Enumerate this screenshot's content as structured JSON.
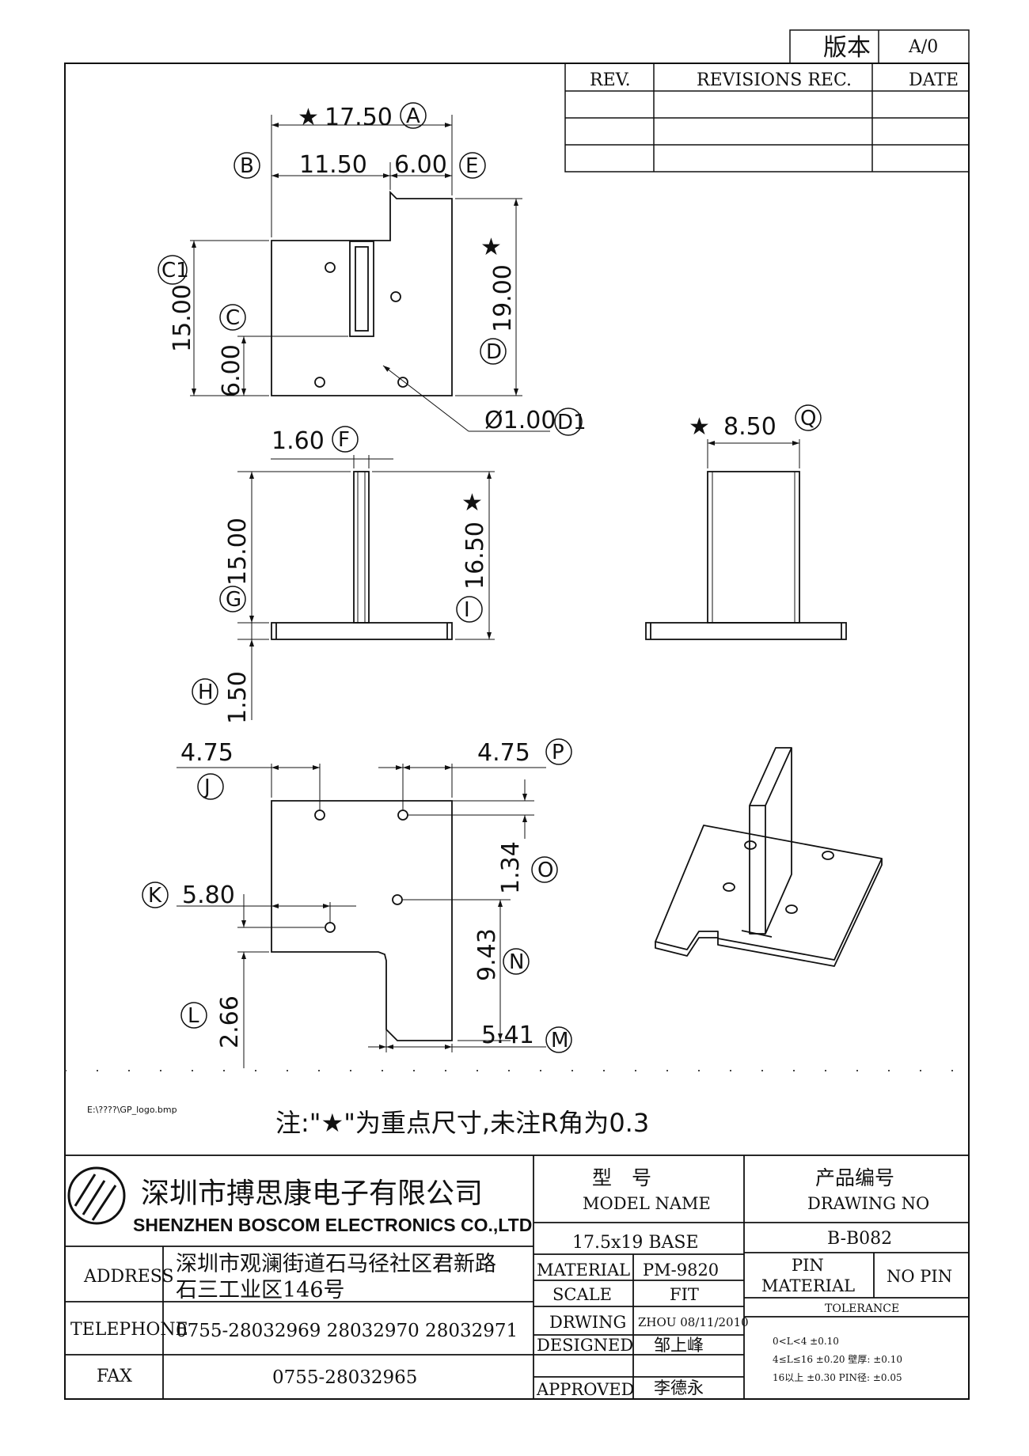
{
  "version_box": {
    "label": "版本",
    "value": "A/0"
  },
  "revisions": {
    "col_rev": "REV.",
    "col_rec": "REVISIONS REC.",
    "col_date": "DATE"
  },
  "top_view": {
    "dim_total_width": "17.50",
    "tag_total_width": "A",
    "tag_left_edge": "B",
    "dim_left_width": "11.50",
    "dim_right_width": "6.00",
    "tag_right_edge": "E",
    "tag_c1": "C1",
    "dim_height": "15.00",
    "tag_c": "C",
    "dim_slot_offset": "6.00",
    "dim_total_height": "19.00",
    "tag_total_height": "D",
    "dim_hole_dia": "Ø1.00",
    "tag_hole": "D1"
  },
  "front_view": {
    "dim_wall_thk": "1.60",
    "tag_wall_thk": "F",
    "dim_wall_height": "15.00",
    "tag_wall_height": "G",
    "dim_total_height": "16.50",
    "tag_total_height": "I",
    "dim_base_thk": "1.50",
    "tag_base_thk": "H"
  },
  "side_view": {
    "dim_wall_len": "8.50",
    "tag_wall_len": "Q"
  },
  "bottom_view": {
    "dim_left_hole": "4.75",
    "tag_left_hole": "J",
    "dim_right_hole": "4.75",
    "tag_right_hole": "P",
    "dim_hole_y": "1.34",
    "tag_hole_y": "O",
    "dim_mid_hole": "5.80",
    "tag_mid_hole": "K",
    "dim_mid_hole_y": "9.43",
    "tag_mid_hole_y": "N",
    "dim_step": "2.66",
    "tag_step": "L",
    "dim_step_w": "5.41",
    "tag_step_w": "M"
  },
  "logo_path": "E:\\????\\GP_logo.bmp",
  "note": "注:\"★\"为重点尺寸,未注R角为0.3",
  "title_block": {
    "company_cn": "深圳市搏思康电子有限公司",
    "company_en": "SHENZHEN BOSCOM ELECTRONICS CO.,LTD",
    "model_label_cn": "型　号",
    "model_label_en": "MODEL NAME",
    "model_value": "17.5x19 BASE",
    "drawing_label_cn": "产品编号",
    "drawing_label_en": "DRAWING NO",
    "drawing_value": "B-B082",
    "address_label": "ADDRESS",
    "address_line1": "深圳市观澜街道石马径社区君新路",
    "address_line2": "石三工业区146号",
    "telephone_label": "TELEPHONE",
    "telephone_value": "0755-28032969 28032970 28032971",
    "fax_label": "FAX",
    "fax_value": "0755-28032965",
    "material_label": "MATERIAL",
    "material_value": "PM-9820",
    "scale_label": "SCALE",
    "scale_value": "FIT",
    "drawing_by_label": "DRWING",
    "drawing_by_value": "ZHOU 08/11/2010",
    "designed_label": "DESIGNED",
    "designed_value": "邹上峰",
    "approved_label": "APPROVED",
    "approved_value": "李德永",
    "pin_label_1": "PIN",
    "pin_label_2": "MATERIAL",
    "pin_value": "NO PIN",
    "tolerance_label": "TOLERANCE",
    "tol_line1": "0<L<4   ±0.10",
    "tol_line2": "4≤L≤16  ±0.20   壁厚:  ±0.10",
    "tol_line3": "16以上    ±0.30   PIN径: ±0.05"
  }
}
